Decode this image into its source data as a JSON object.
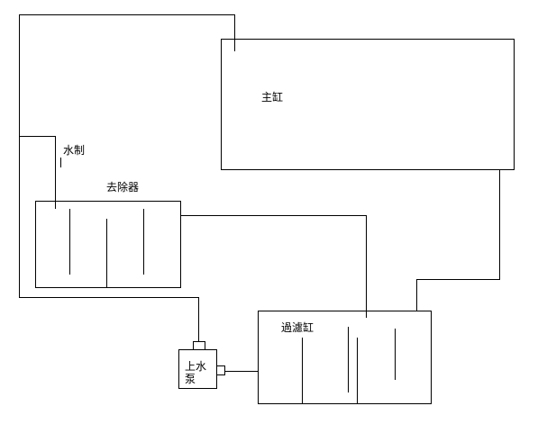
{
  "diagram": {
    "labels": {
      "main_tank": "主缸",
      "valve": "水制",
      "skimmer": "去除器",
      "sump": "過濾缸",
      "pump_line1": "上水",
      "pump_line2": "泵"
    }
  },
  "colors": {
    "line": "#000000",
    "background": "#ffffff"
  }
}
